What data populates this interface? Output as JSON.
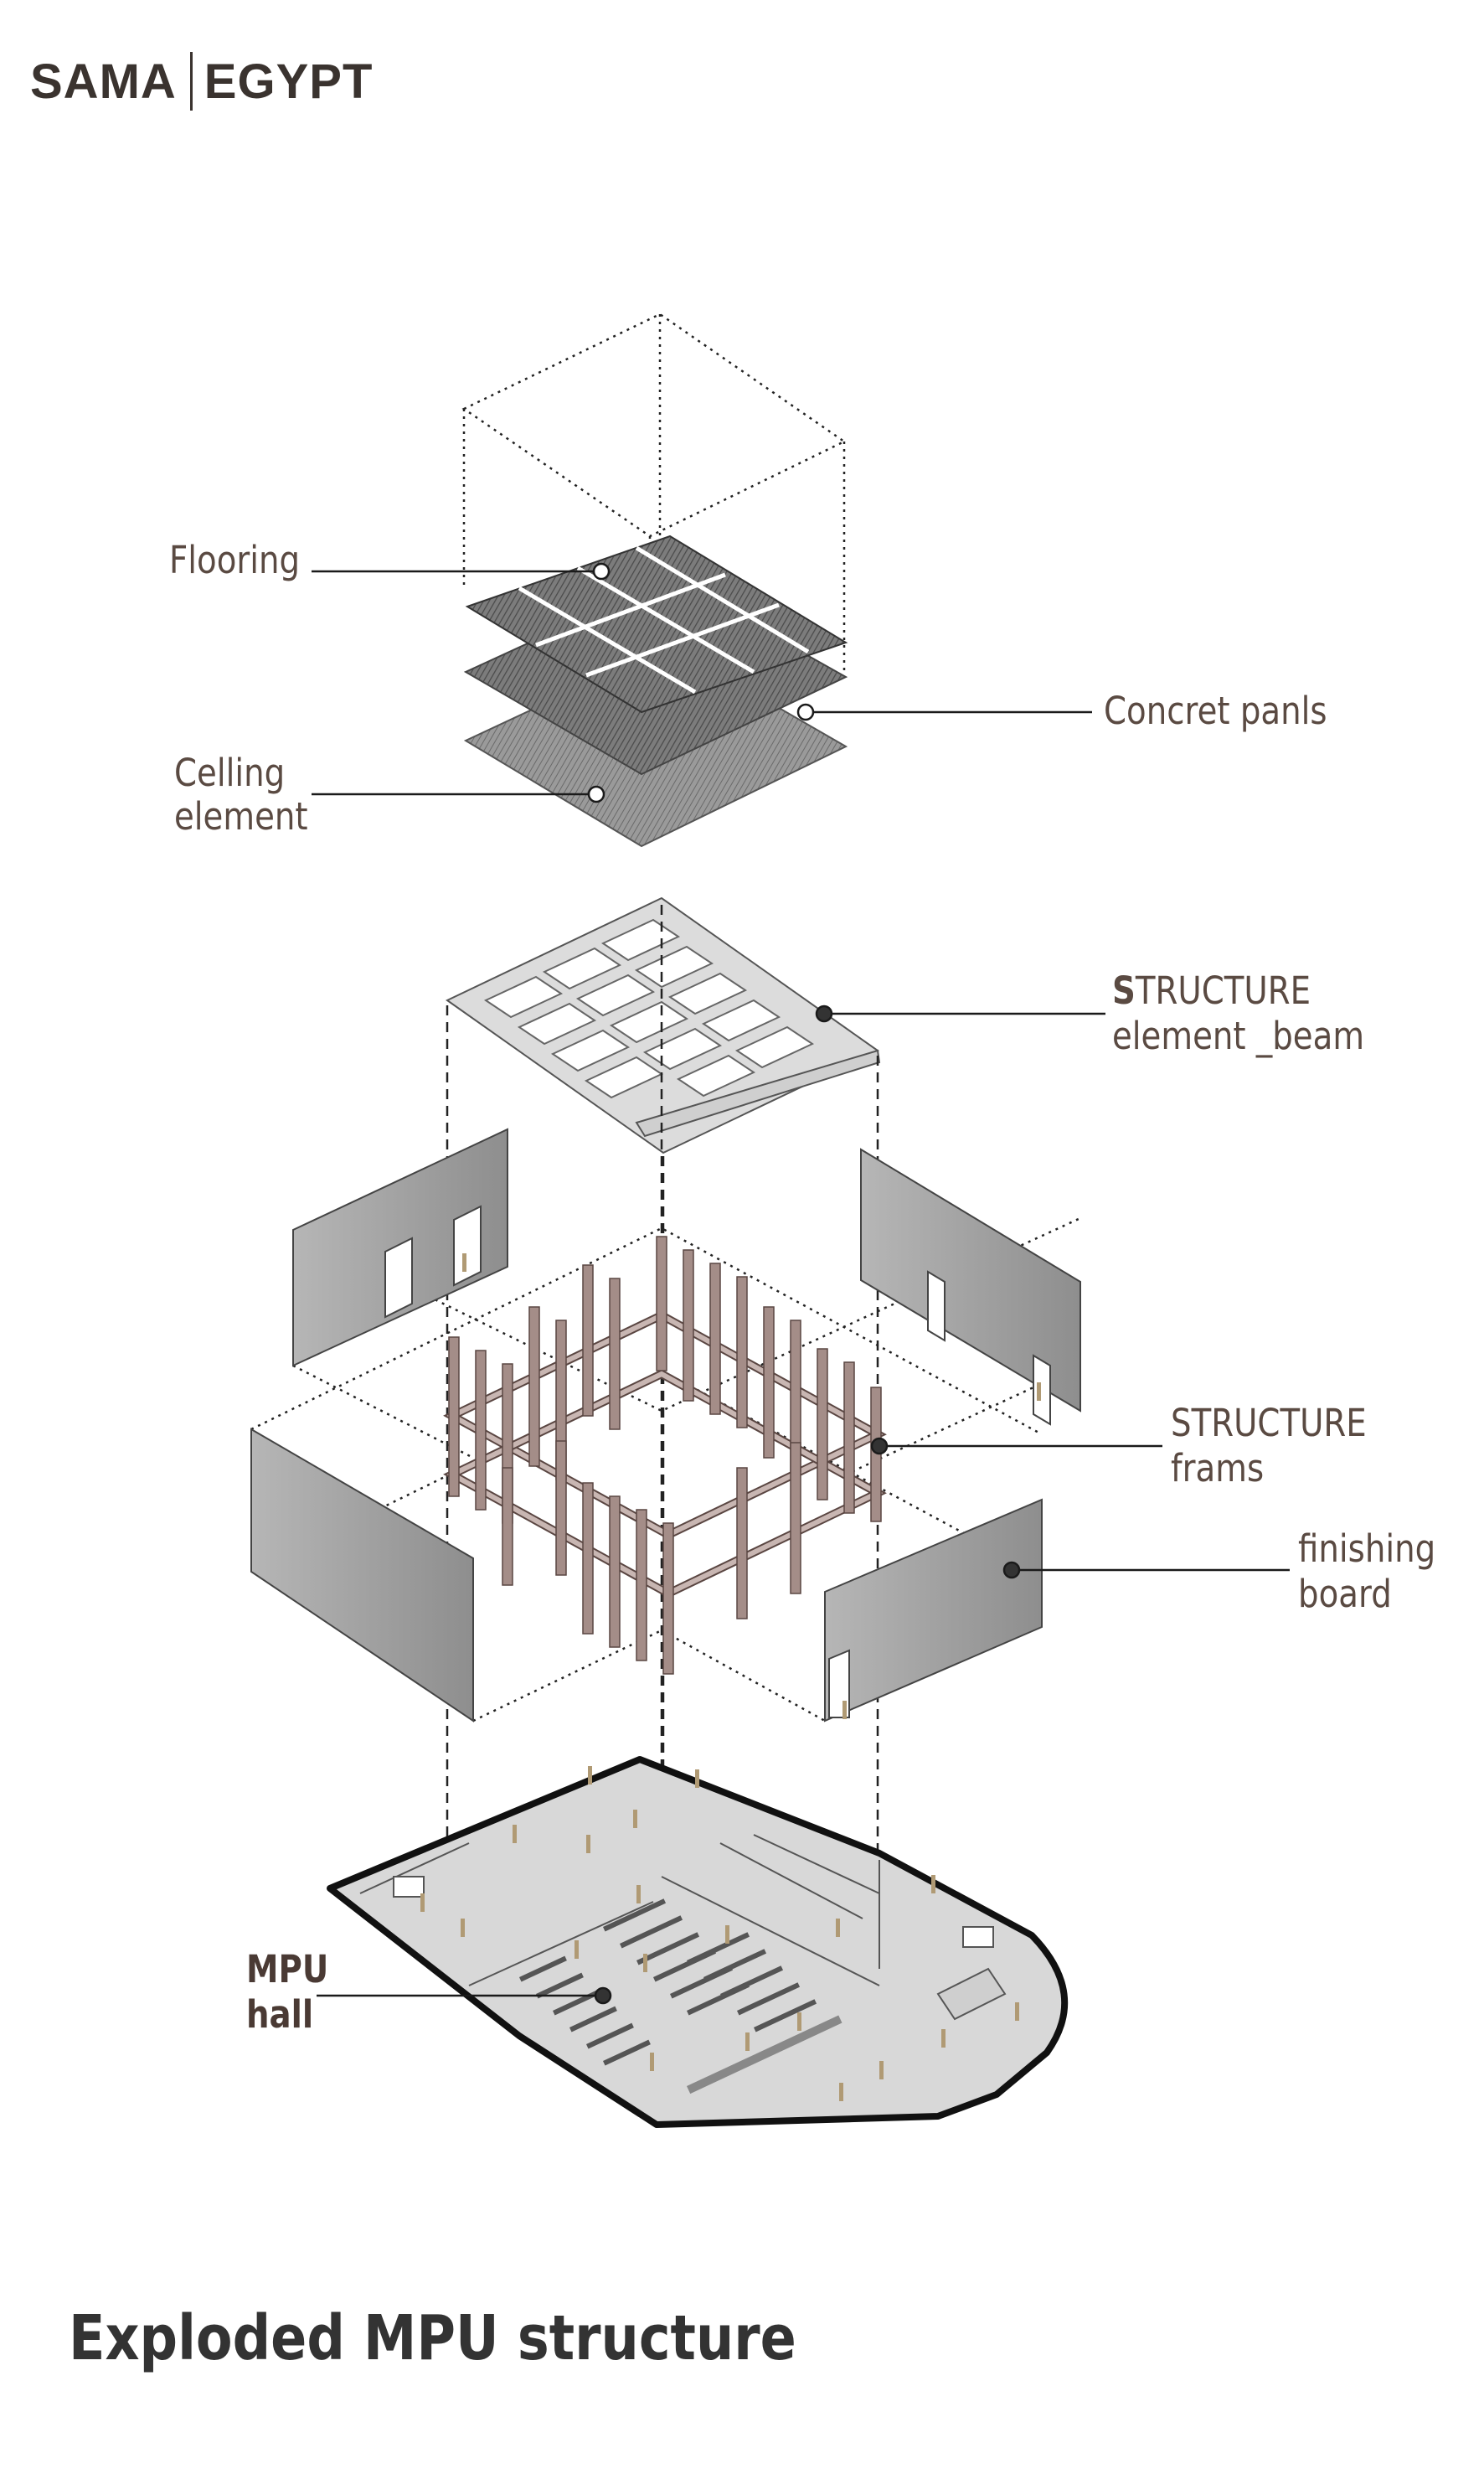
{
  "header": {
    "brand_left": "SAMA",
    "brand_right": "EGYPT"
  },
  "labels": {
    "flooring": "Flooring",
    "concrete_panels": "Concret panls",
    "ceiling_line1": "Celling",
    "ceiling_line2": "element",
    "structure_beam_first": "S",
    "structure_beam_rest": "TRUCTURE",
    "structure_beam_line2": "element _beam",
    "structure_frames_line1": "STRUCTURE",
    "structure_frames_line2": "frams",
    "finishing_line1": "finishing",
    "finishing_line2": "board",
    "mpu_line1": "MPU",
    "mpu_line2": "hall"
  },
  "title": "Exploded MPU structure",
  "colors": {
    "text": "#5a4a42",
    "wall": "#a5a5a5",
    "column": "#a48d88",
    "floor": "#d8d8d8",
    "figure": "#b09a74"
  }
}
